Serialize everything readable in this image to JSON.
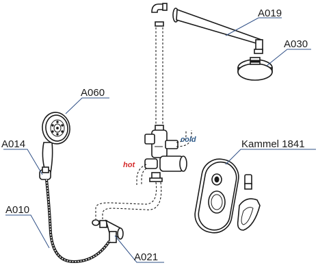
{
  "labels": {
    "a019": "A019",
    "a030": "A030",
    "a060": "A060",
    "a014": "A014",
    "a010": "A010",
    "a021": "A021",
    "kammel": "Kammel 1841"
  },
  "pipes": {
    "hot": "hot",
    "cold": "cold"
  },
  "colors": {
    "hot": "#d42a2a",
    "cold": "#2e5a8a",
    "leader": "#2e4f86",
    "line": "#1a1a1a"
  }
}
